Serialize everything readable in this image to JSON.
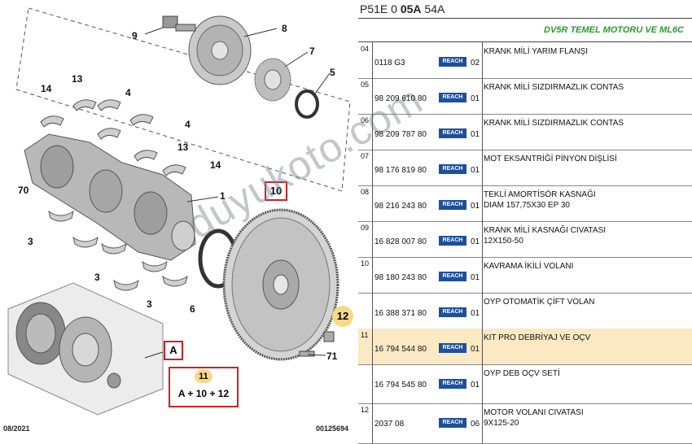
{
  "diagram": {
    "callouts": [
      "9",
      "8",
      "7",
      "5",
      "14",
      "13",
      "4",
      "4",
      "13",
      "14",
      "70",
      "1",
      "3",
      "3",
      "3",
      "6",
      "71"
    ],
    "box_10": "10",
    "box_A": "A",
    "dot_12": "12",
    "dot_11": "11",
    "formula": "A + 10 + 12",
    "footer_left": "08/2021",
    "footer_right": "00125694",
    "watermark": "duyukoto.com"
  },
  "parts": {
    "header_prefix": "P51E 0 ",
    "header_bold": "05A",
    "header_suffix": " 54A",
    "subtitle": "DV5R TEMEL MOTORU VE ML6C",
    "reach_label": "REACH",
    "rows": [
      {
        "no": "04",
        "ref": "0118 G3",
        "qty": "02",
        "desc1": "KRANK MİLİ YARIM FLANŞI",
        "desc2": ""
      },
      {
        "no": "05",
        "ref": "98 209 610 80",
        "qty": "01",
        "desc1": "KRANK MİLİ SIZDIRMAZLIK CONTAS",
        "desc2": ""
      },
      {
        "no": "06",
        "ref": "98 209 787 80",
        "qty": "01",
        "desc1": "KRANK MİLİ SIZDIRMAZLIK CONTAS",
        "desc2": ""
      },
      {
        "no": "07",
        "ref": "98 176 819 80",
        "qty": "01",
        "desc1": "MOT EKSANTRİĞİ PİNYON DİŞLİSİ",
        "desc2": ""
      },
      {
        "no": "08",
        "ref": "98 216 243 80",
        "qty": "01",
        "desc1": "TEKLİ AMORTİSÖR KASNAĞI",
        "desc2": "DIAM 157,75X30 EP 30"
      },
      {
        "no": "09",
        "ref": "16 828 007 80",
        "qty": "01",
        "desc1": "KRANK MİLİ KASNAĞI CIVATASI",
        "desc2": "12X150-50"
      },
      {
        "no": "10",
        "ref": "98 180 243 80",
        "qty": "01",
        "desc1": "KAVRAMA İKİLİ VOLANI",
        "desc2": ""
      },
      {
        "no": "",
        "ref": "16 388 371 80",
        "qty": "01",
        "desc1": "OYP OTOMATİK ÇİFT VOLAN",
        "desc2": ""
      },
      {
        "no": "11",
        "ref": "16 794 544 80",
        "qty": "01",
        "desc1": "KIT PRO DEBRİYAJ VE OÇV",
        "desc2": ""
      },
      {
        "no": "",
        "ref": "16 794 545 80",
        "qty": "01",
        "desc1": "OYP DEB OÇV SETİ",
        "desc2": ""
      },
      {
        "no": "12",
        "ref": "2037 08",
        "qty": "06",
        "desc1": "MOTOR VOLANI CIVATASI",
        "desc2": "9X125-20"
      }
    ]
  }
}
